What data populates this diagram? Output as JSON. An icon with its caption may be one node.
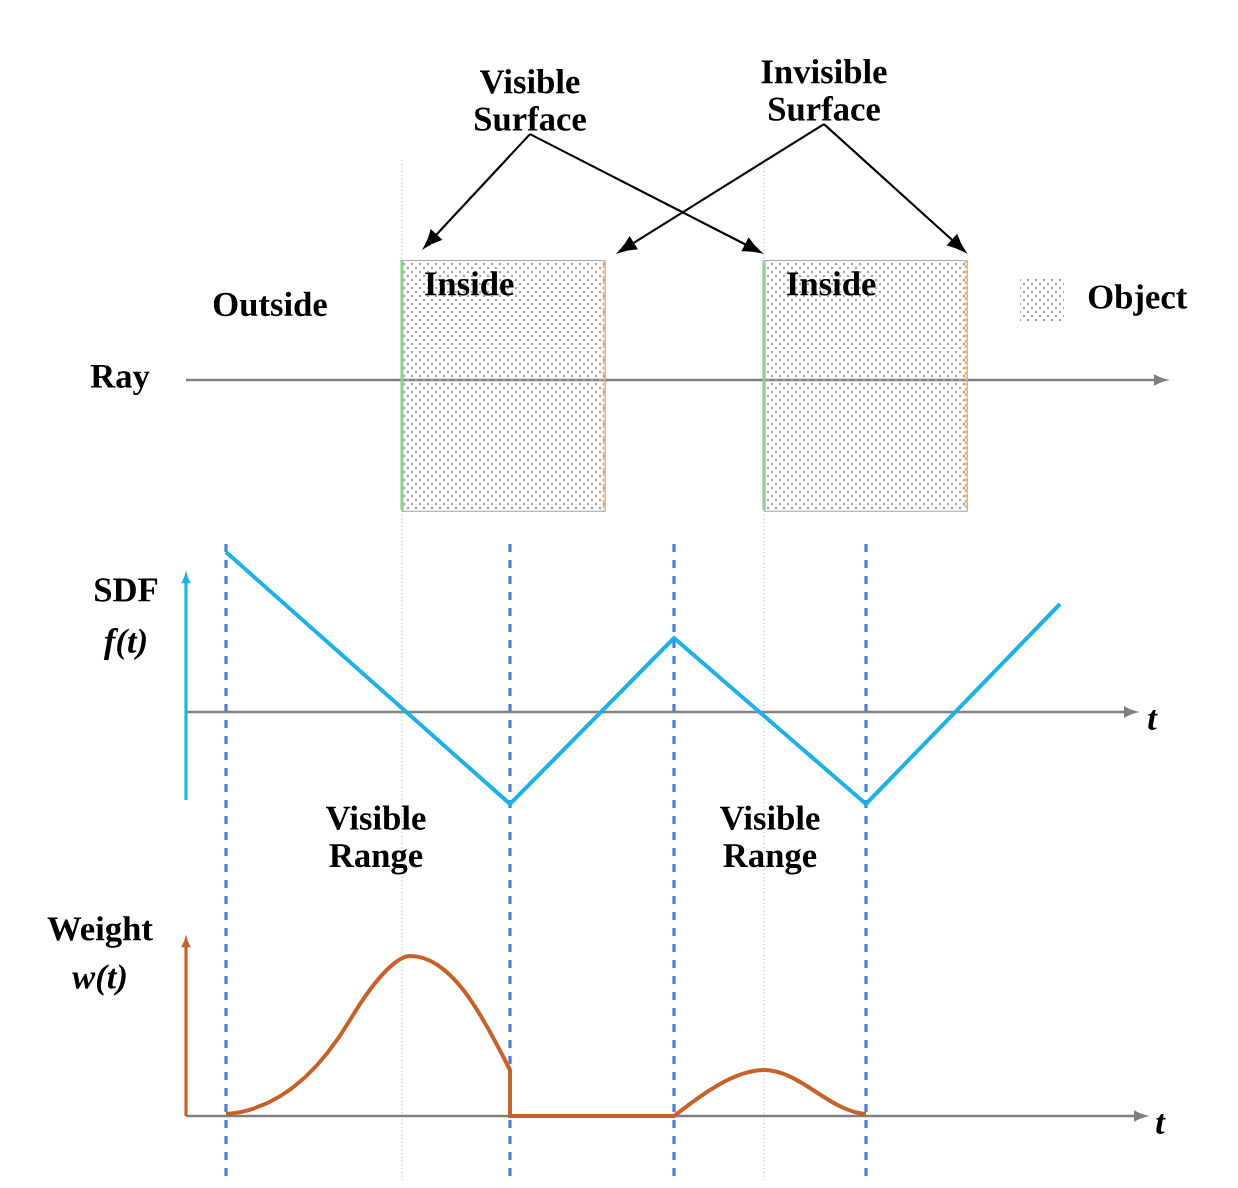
{
  "diagram": {
    "nodes": [
      {
        "text": [
          "Visible Surface"
        ]
      },
      {
        "text": [
          "Invisible Surface"
        ]
      },
      {
        "text": [
          "Inside"
        ]
      },
      {
        "text": [
          "Inside"
        ]
      }
    ],
    "edges": [
      {
        "from": 0,
        "to": 2,
        "arrow": "to"
      },
      {
        "from": 0,
        "to": 3,
        "arrow": "to"
      },
      {
        "from": 1,
        "to": 2,
        "arrow": "to"
      },
      {
        "from": 1,
        "to": 3,
        "arrow": "to"
      }
    ],
    "labels": [
      "Outside",
      "Ray",
      "SDF",
      "f(t)",
      "t",
      "Visible Range",
      "Visible Range",
      "Weight",
      "w(t)",
      "t"
    ],
    "legend": [
      {
        "text": "Object"
      }
    ]
  }
}
